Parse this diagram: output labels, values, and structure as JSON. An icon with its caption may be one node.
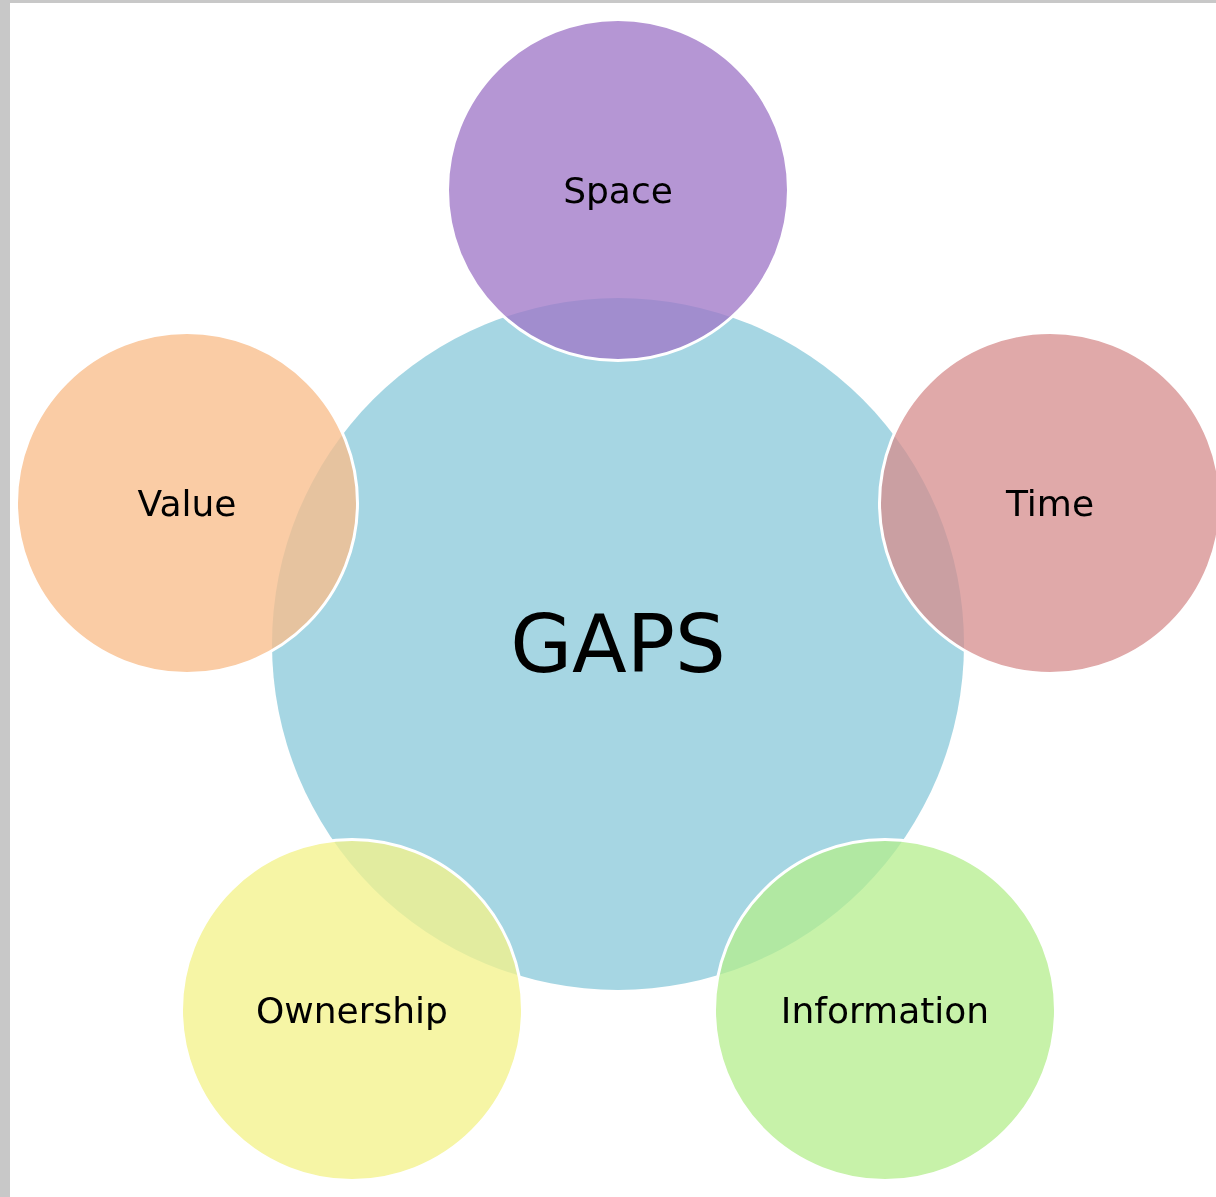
{
  "diagram": {
    "nodes": [
      {
        "text": [
          "Space"
        ]
      },
      {
        "text": [
          "Value"
        ]
      },
      {
        "text": [
          "GAPS"
        ]
      },
      {
        "text": [
          "Time"
        ]
      },
      {
        "text": [
          "Ownership"
        ]
      },
      {
        "text": [
          "Information"
        ]
      }
    ]
  }
}
